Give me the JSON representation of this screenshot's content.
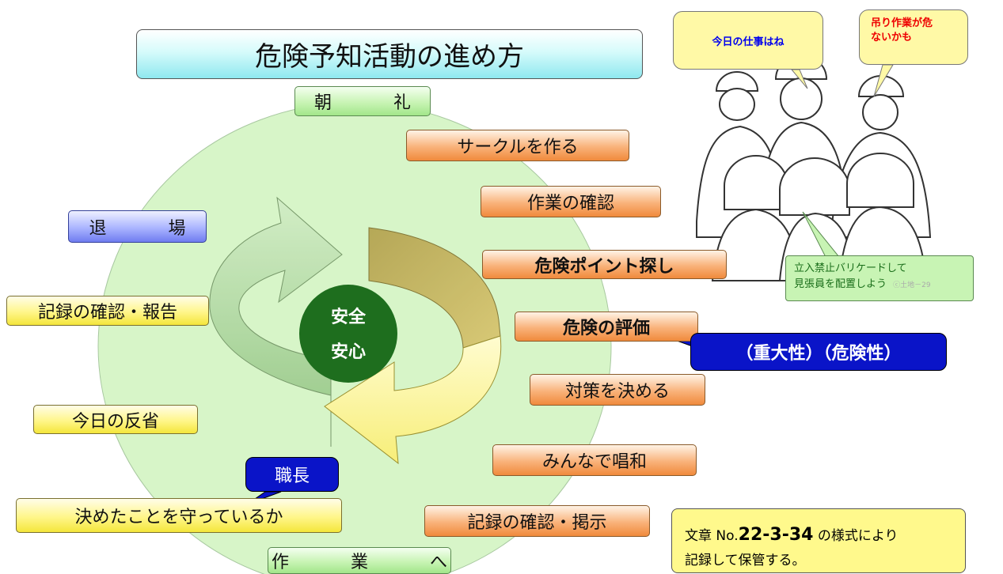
{
  "title": "危険予知活動の進め方",
  "top_label": "朝　礼",
  "bottom_label": "作　業　へ",
  "center": {
    "line1": "安全",
    "line2": "安心"
  },
  "right_steps": [
    "サークルを作る",
    "作業の確認",
    "危険ポイント探し",
    "危険の評価",
    "対策を決める",
    "みんなで唱和",
    "記録の確認・掲示"
  ],
  "evaluation_note": "（重大性）（危険性）",
  "left_steps": {
    "exit": "退　場",
    "record_report": "記録の確認・報告",
    "reflection": "今日の反省",
    "rules_check": "決めたことを守っているか",
    "foreman": "職長"
  },
  "bubbles": {
    "today_work": "今日の仕事はね",
    "danger_line1": "吊り作業が危",
    "danger_line2": "ないかも",
    "barricade_line1": "立入禁止バリケードして",
    "barricade_line2": "見張員を配置しよう",
    "credit": "ⓒ土地－29"
  },
  "document_note": {
    "prefix": "文章 No.",
    "number": "22-3-34",
    "suffix": " の様式により",
    "line2": "記録して保管する。"
  },
  "colors": {
    "circle": "#d7f5c8",
    "center_disc": "#1e6e1e",
    "arrow_green": "#a7d39a",
    "arrow_tan": "#c9b860",
    "arrow_yellow": "#fbf59a",
    "evaluation_box": "#0a14c8",
    "text_blue": "#0000ee",
    "text_red": "#ee0000"
  }
}
